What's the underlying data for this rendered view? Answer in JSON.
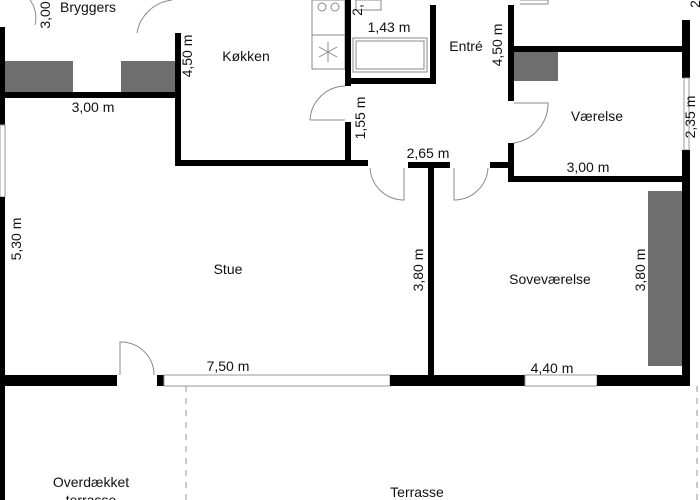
{
  "rooms": {
    "bryggers": "Bryggers",
    "kokken": "Køkken",
    "entre": "Entré",
    "vaerelse": "Værelse",
    "stue": "Stue",
    "sovevaerelse": "Soveværelse",
    "overdaekket_line1": "Overdækket",
    "overdaekket_line2": "terrasse",
    "terrasse": "Terrasse"
  },
  "dimensions": {
    "bryggers_side": "3,00",
    "bryggers_width": "3,00 m",
    "kokken_height": "4,50 m",
    "bath_side": "2,",
    "bath_width": "1,43 m",
    "entre_height": "4,50 m",
    "top_right": "2",
    "vaerelse_height": "2,35 m",
    "hall_side": "1,55 m",
    "hall_width": "2,65 m",
    "vaerelse_width": "3,00 m",
    "stue_height": "5,30 m",
    "stue_sove_wall": "3,80 m",
    "sove_height": "3,80 m",
    "stue_width": "7,50 m",
    "sove_width": "4,40 m"
  },
  "colors": {
    "wall": "#000000",
    "furniture": "#6e6e6e"
  }
}
